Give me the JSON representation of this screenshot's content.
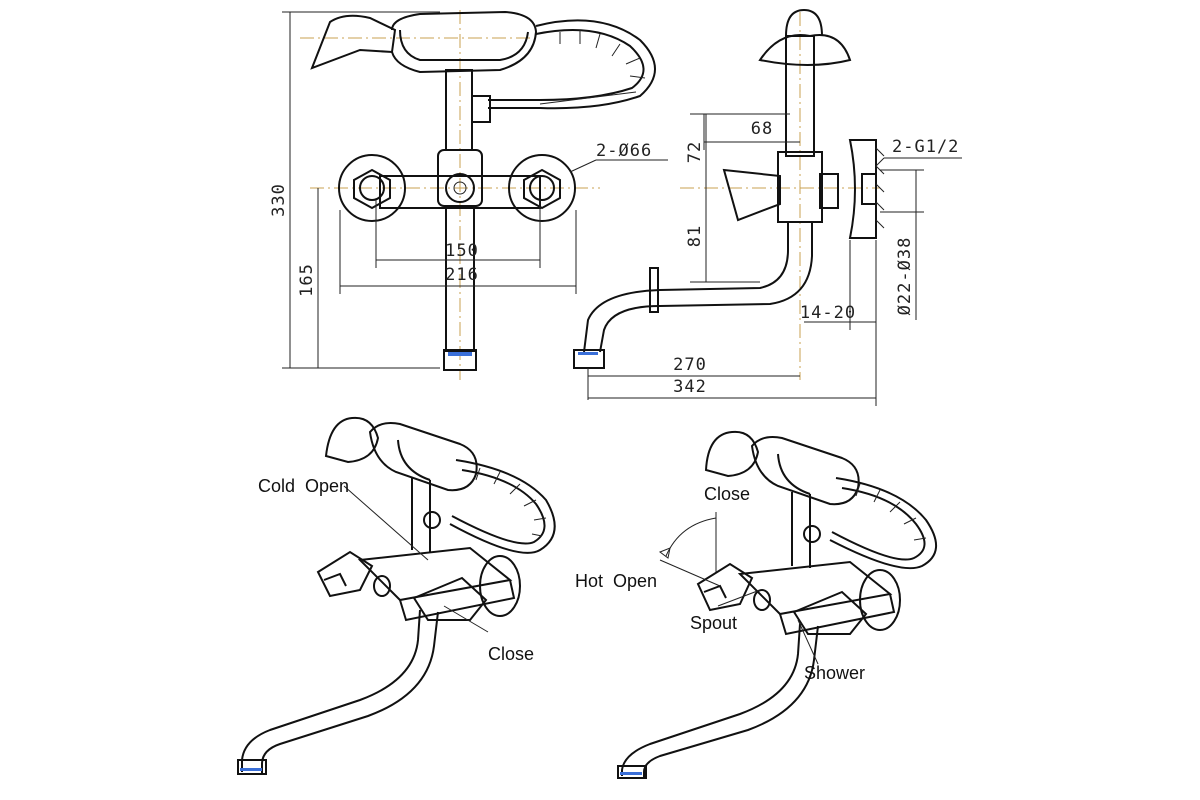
{
  "front_view": {
    "dim_height_total": "330",
    "dim_height_spout": "165",
    "dim_centers": "150",
    "dim_width": "216",
    "dim_flange": "2-Ø66"
  },
  "side_view": {
    "dim_handle_offset": "68",
    "dim_upper": "72",
    "dim_lower": "81",
    "dim_thread": "2-G1/2",
    "dim_pipe": "Ø22-Ø38",
    "dim_wall": "14-20",
    "dim_spout_reach": "270",
    "dim_total_reach": "342"
  },
  "iso_left": {
    "label_cold_open": "Cold  Open",
    "label_close": "Close"
  },
  "iso_right": {
    "label_close": "Close",
    "label_hot_open": "Hot  Open",
    "label_spout": "Spout",
    "label_shower": "Shower"
  }
}
